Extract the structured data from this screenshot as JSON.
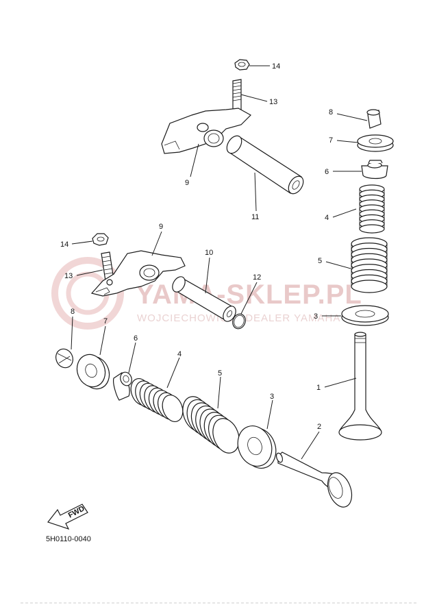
{
  "watermark": {
    "brand": "YAMA-SKLEP.PL",
    "subtitle": "WOJCIECHOWICZ | DEALER YAMAHA"
  },
  "diagram_code": "5H0110-0040",
  "fwd_label": "FWD",
  "callouts": {
    "c14_top": "14",
    "c13_top": "13",
    "c9_top": "9",
    "c11": "11",
    "c8_right": "8",
    "c7_right": "7",
    "c6_right": "6",
    "c4_right": "4",
    "c5_right": "5",
    "c3_right": "3",
    "c1": "1",
    "c9_mid": "9",
    "c14_mid": "14",
    "c13_mid": "13",
    "c10": "10",
    "c12": "12",
    "c8_left": "8",
    "c7_left": "7",
    "c6_left": "6",
    "c4_left": "4",
    "c5_left": "5",
    "c3_left": "3",
    "c2": "2"
  }
}
